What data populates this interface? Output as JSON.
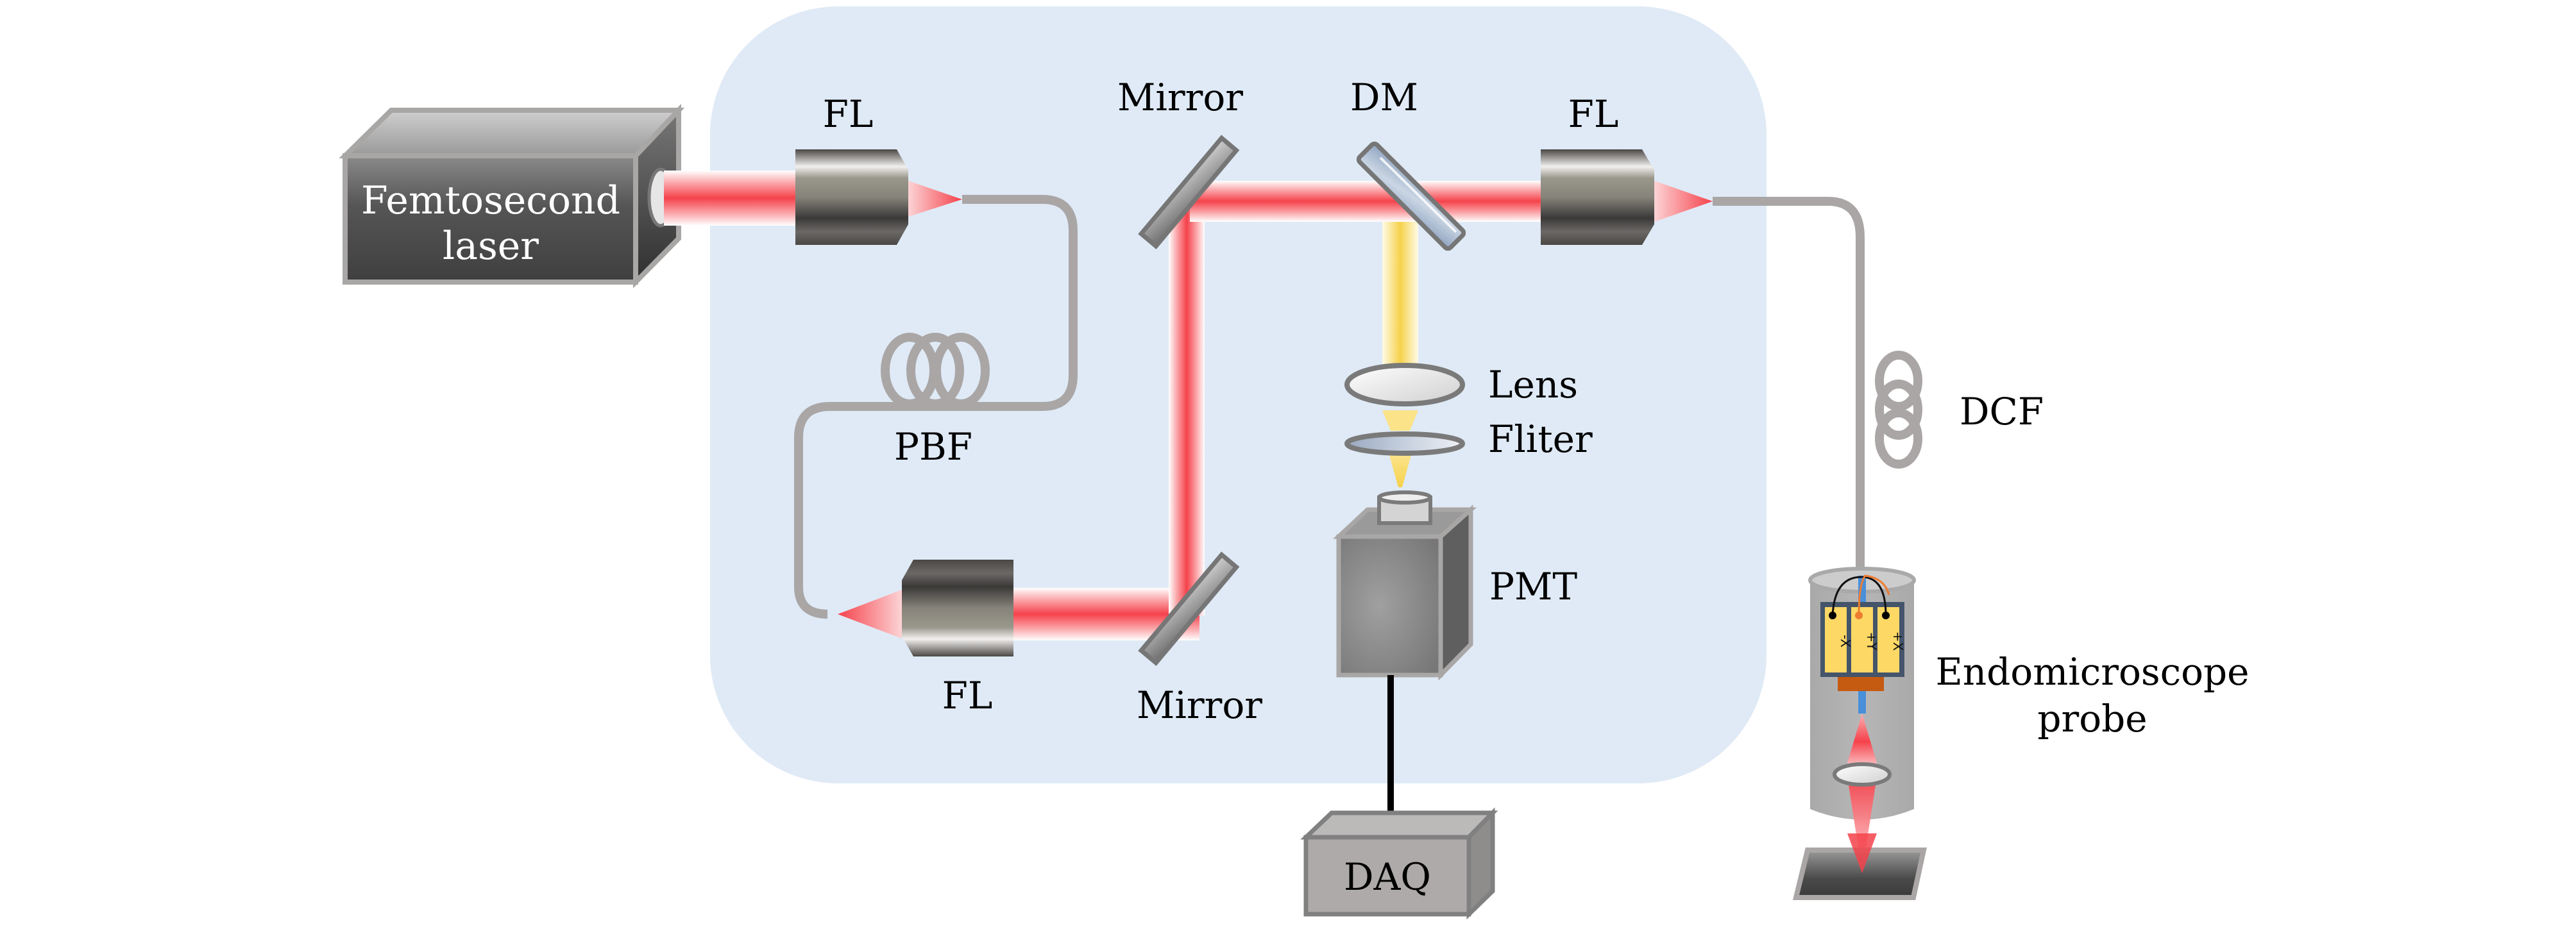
{
  "diagram": {
    "title": "Two-photon endomicroscopy optical setup",
    "colors": {
      "panel_background": "#dfeaf6",
      "laser_beam": "#f5424b",
      "fluorescence_beam": "#f7d552",
      "fiber": "#aaa6a6",
      "component_dark": "#3d3b3a",
      "component_gray": "#8a8a8a",
      "piezo_yellow": "#fdd865",
      "piezo_frame": "#44546a",
      "electrode_orange": "#c55a11",
      "fiber_core_blue": "#4a90d9",
      "signal_cable": "#000000"
    },
    "components": {
      "laser": {
        "label_line1": "Femtosecond",
        "label_line2": "laser"
      },
      "fl_input": {
        "label": "FL"
      },
      "pbf": {
        "label": "PBF"
      },
      "fl_pbf_output": {
        "label": "FL"
      },
      "mirror_top": {
        "label": "Mirror"
      },
      "mirror_bottom": {
        "label": "Mirror"
      },
      "dichroic": {
        "label": "DM"
      },
      "fl_output": {
        "label": "FL"
      },
      "lens": {
        "label": "Lens"
      },
      "filter": {
        "label": "Fliter"
      },
      "pmt": {
        "label": "PMT"
      },
      "daq": {
        "label": "DAQ"
      },
      "dcf": {
        "label": "DCF"
      },
      "probe": {
        "label_line1": "Endomicroscope",
        "label_line2": "probe",
        "piezo_labels": [
          "-X",
          "+Y",
          "+X"
        ]
      }
    }
  }
}
